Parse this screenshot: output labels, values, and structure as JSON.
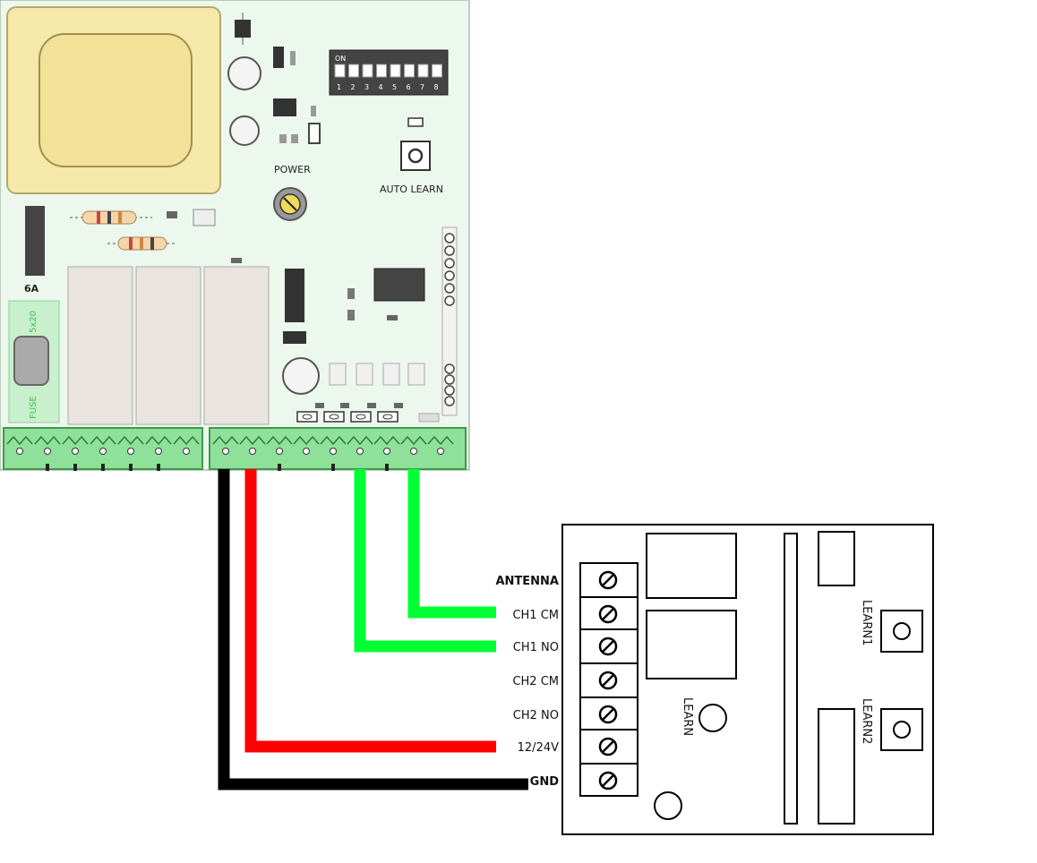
{
  "main_board": {
    "dip_on_label": "ON",
    "dip_numbers": [
      "1",
      "2",
      "3",
      "4",
      "5",
      "6",
      "7",
      "8"
    ],
    "power_label": "POWER",
    "auto_learn_label": "AUTO LEARN",
    "fuse_rating": "6A",
    "fuse_size": "5x20",
    "fuse_label": "FUSE"
  },
  "receiver": {
    "terminals": [
      "ANTENNA",
      "CH1 CM",
      "CH1 NO",
      "CH2 CM",
      "CH2 NO",
      "12/24V",
      "GND"
    ],
    "learn_label": "LEARN",
    "learn1_label": "LEARN1",
    "learn2_label": "LEARN2"
  },
  "wires": [
    {
      "from": "main-board",
      "to": "GND",
      "color": "#000000"
    },
    {
      "from": "main-board",
      "to": "12/24V",
      "color": "#ff0000"
    },
    {
      "from": "main-board",
      "to": "CH1 NO",
      "color": "#00ff33"
    },
    {
      "from": "main-board",
      "to": "CH1 CM",
      "color": "#00ff33"
    }
  ],
  "colors": {
    "board_bg": "#ecf7ee",
    "terminal_green": "#8fe09a",
    "transformer": "#f6e8a8",
    "relay": "#e9e4df"
  }
}
